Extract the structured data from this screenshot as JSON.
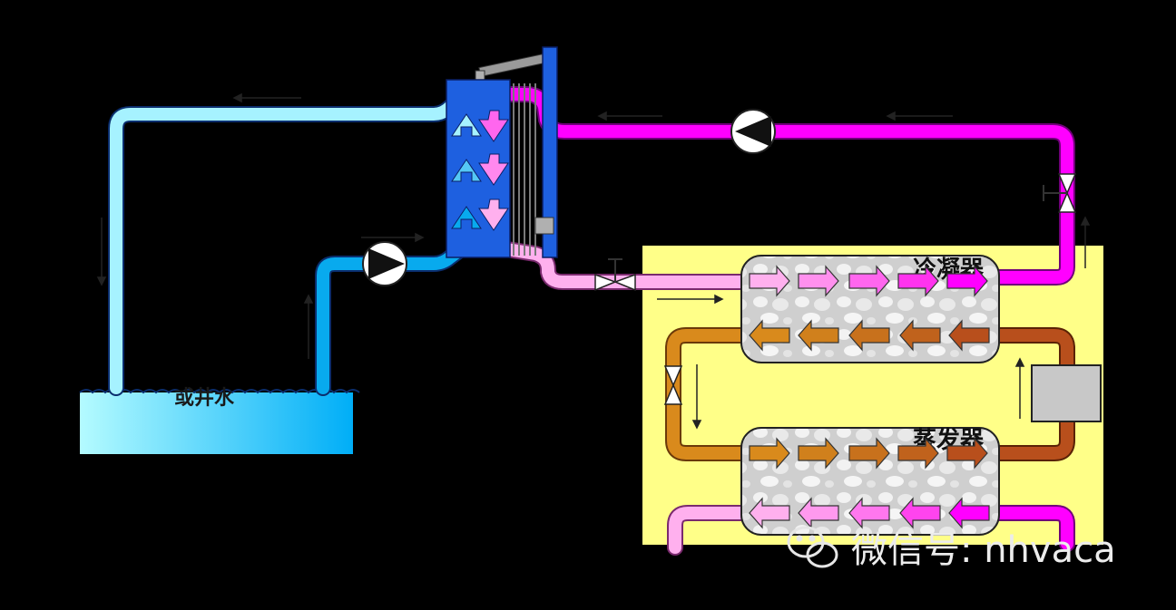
{
  "labels": {
    "condenser": "冷凝器",
    "evaporator": "蒸发器",
    "water_source": "或井水"
  },
  "watermark": {
    "text": "微信号: nhvaca",
    "icon": "wechat-icon"
  },
  "colors": {
    "background": "#000000",
    "cool_water": "#a6f2ff",
    "well_water": "#08aaee",
    "hot_loop": "#ff00ff",
    "warm_return": "#ffb0ee",
    "refrigerant_hot": "#b84f1c",
    "refrigerant_warm": "#d98a1c",
    "unit_panel": "#ffff88",
    "heat_exchanger": "#1e60e0"
  }
}
